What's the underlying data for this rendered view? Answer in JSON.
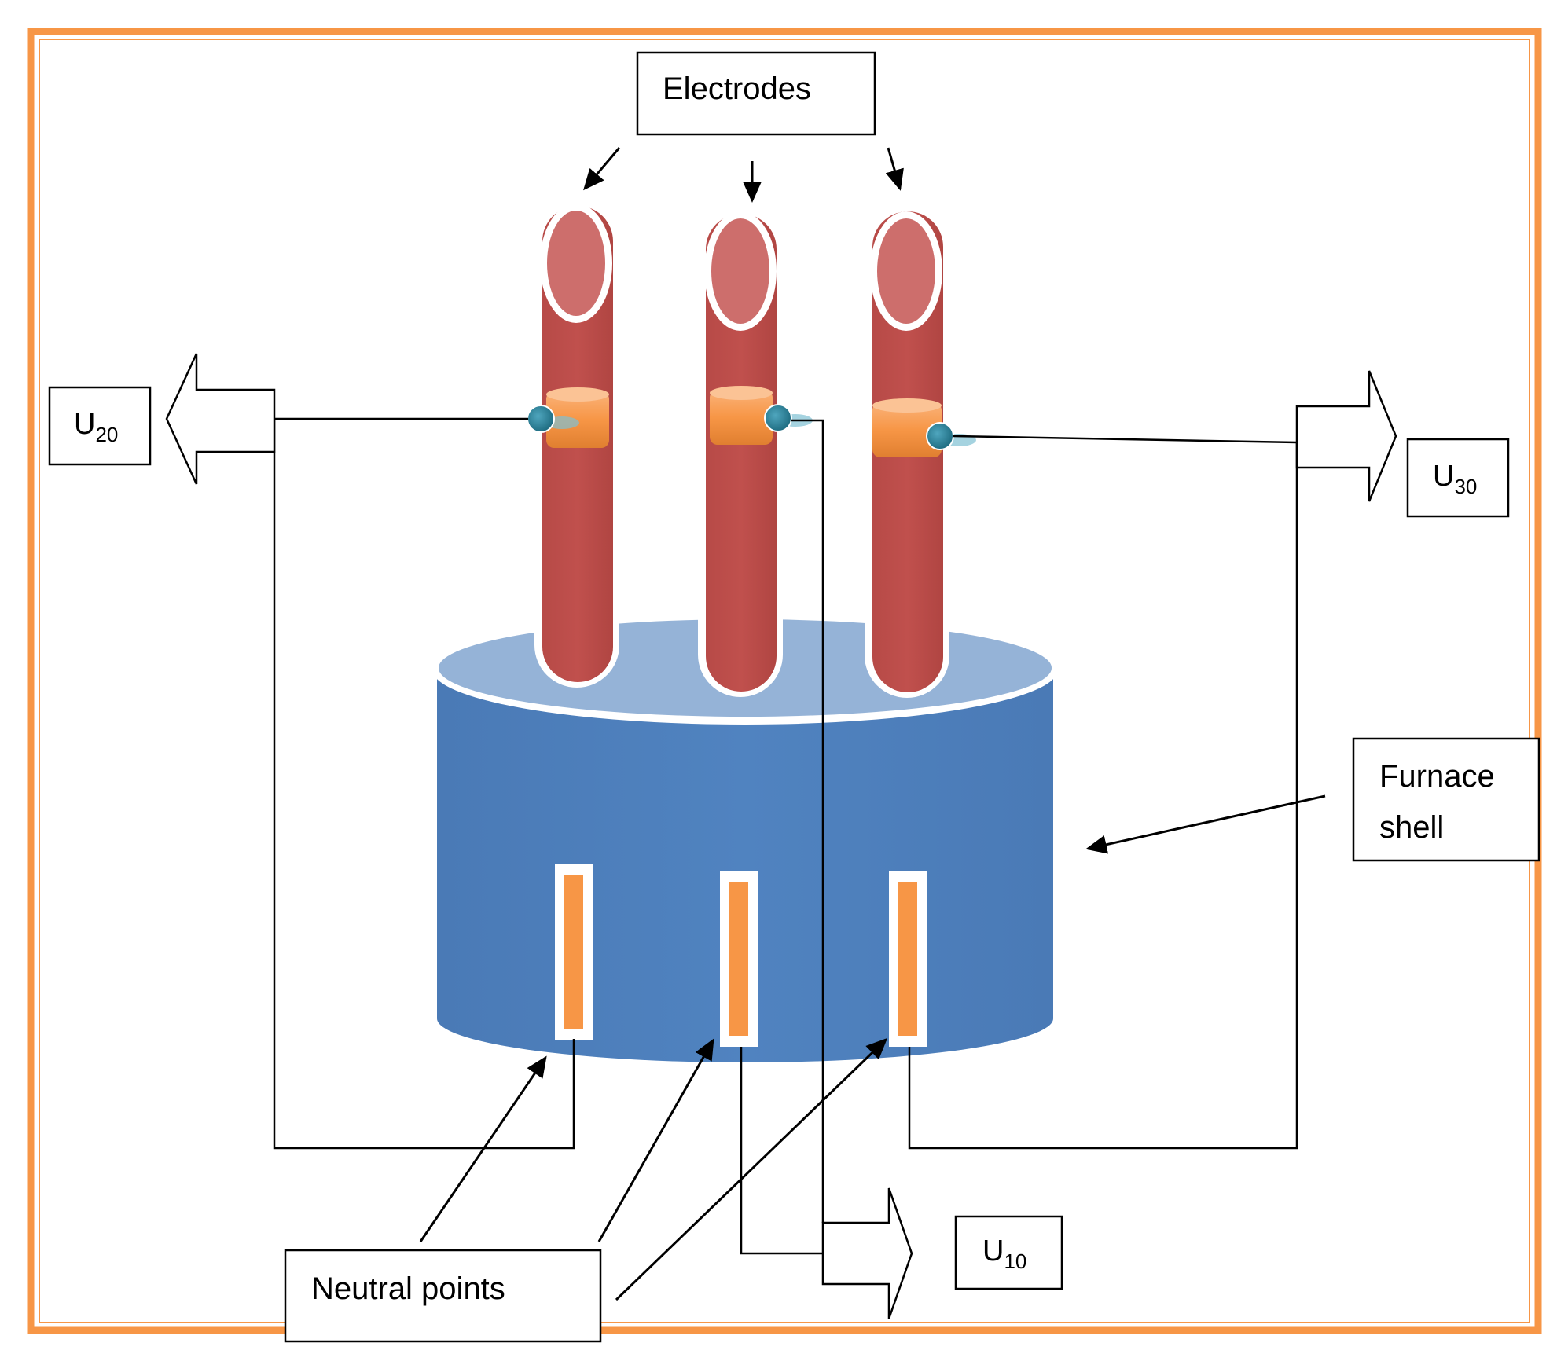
{
  "colors": {
    "frame": "#F79646",
    "electrode": "#C0504D",
    "electrode_top": "#CD6E6C",
    "shell_side": "#4F81BD",
    "shell_top": "#95B3D7",
    "clamp": "#F79646",
    "terminal_dot": "#31859C",
    "neutral_strip": "#F79646"
  },
  "labels": {
    "electrodes": "Electrodes",
    "furnace_shell_line1": "Furnace",
    "furnace_shell_line2": "shell",
    "neutral_points": "Neutral points"
  },
  "voltages": {
    "u20": {
      "main": "U",
      "sub": "20"
    },
    "u30": {
      "main": "U",
      "sub": "30"
    },
    "u10": {
      "main": "U",
      "sub": "10"
    }
  },
  "icons": [
    "arrow-icon",
    "block-arrow-icon"
  ]
}
